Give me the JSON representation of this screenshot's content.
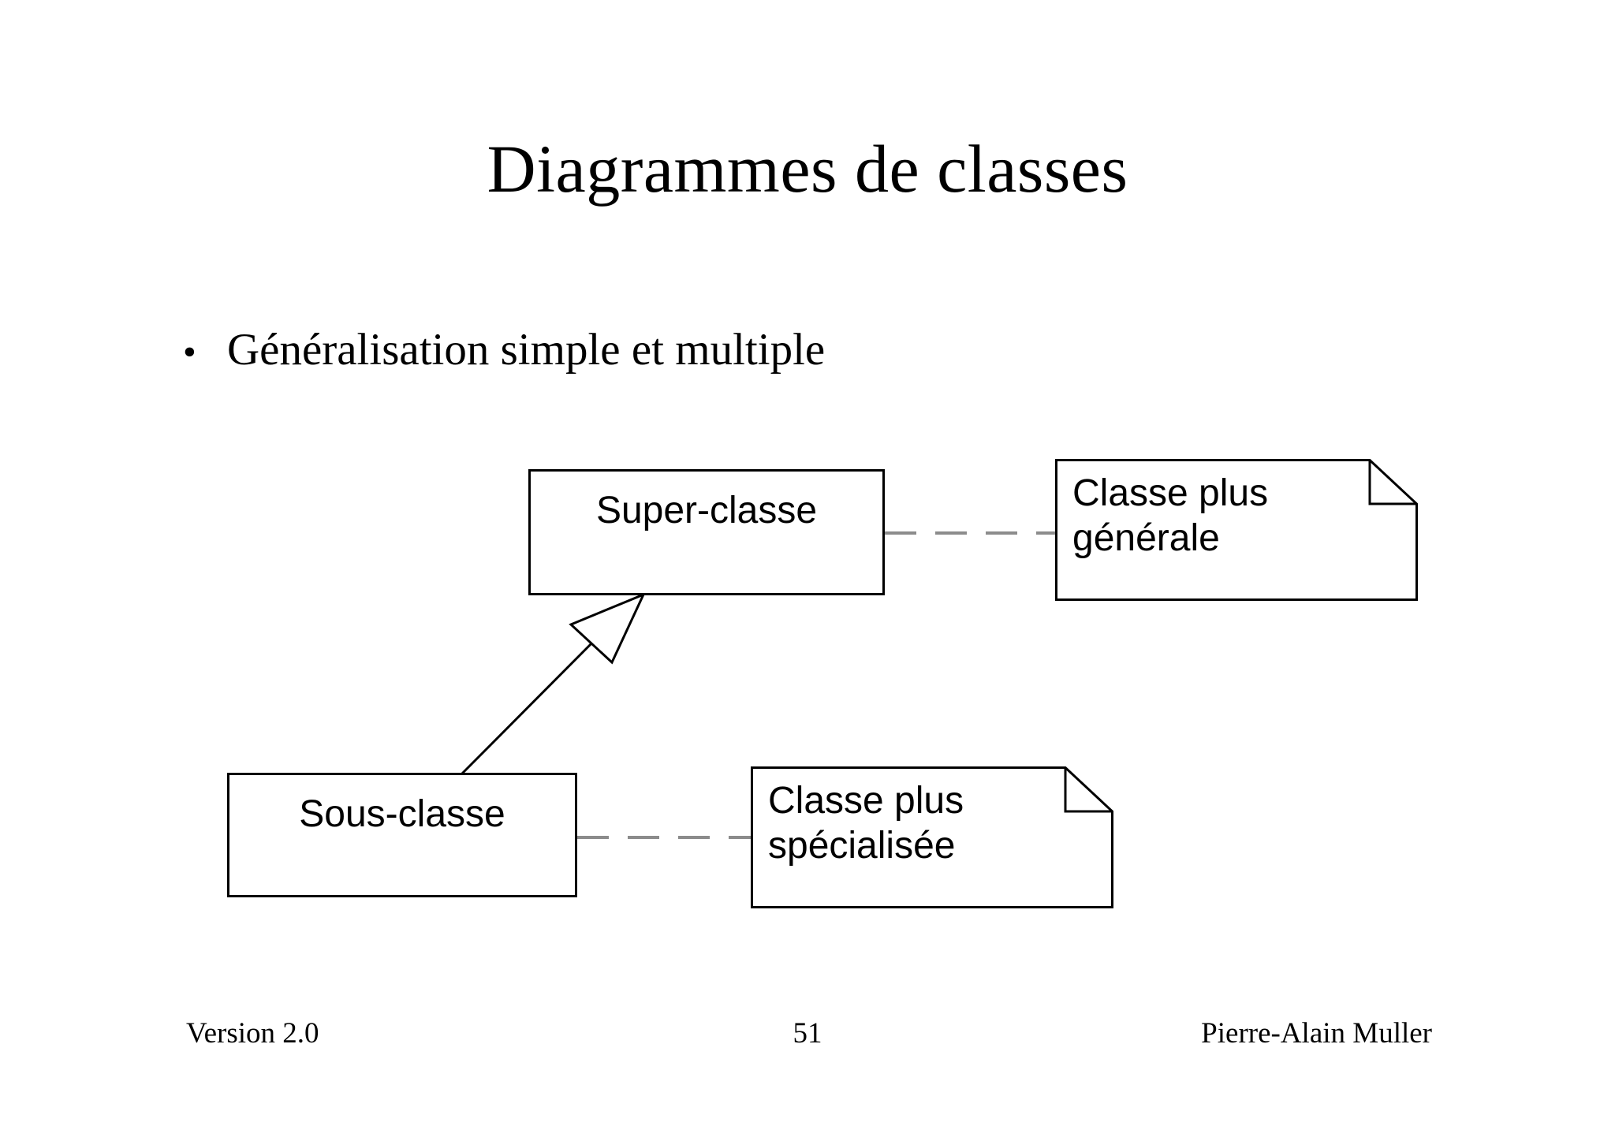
{
  "slide": {
    "title": "Diagrammes de classes",
    "bullet_glyph": "•",
    "bullets": [
      {
        "text": "Généralisation simple et multiple"
      }
    ]
  },
  "diagram": {
    "type": "uml-class-diagram",
    "classes": [
      {
        "id": "super",
        "name": "Super-classe"
      },
      {
        "id": "sous",
        "name": "Sous-classe"
      }
    ],
    "notes": [
      {
        "id": "note-general",
        "text": "Classe plus\ngénérale",
        "attached_to": "super"
      },
      {
        "id": "note-specialisee",
        "text": "Classe plus\nspécialisée",
        "attached_to": "sous"
      }
    ],
    "relations": [
      {
        "type": "generalization",
        "from": "sous",
        "to": "super",
        "arrow": "hollow-triangle"
      },
      {
        "type": "note-anchor",
        "from": "super",
        "to": "note-general",
        "style": "dashed"
      },
      {
        "type": "note-anchor",
        "from": "sous",
        "to": "note-specialisee",
        "style": "dashed"
      }
    ],
    "colors": {
      "line": "#000000",
      "dashed_line": "#8c8c8c",
      "fill": "#ffffff"
    }
  },
  "footer": {
    "version": "Version 2.0",
    "page_number": "51",
    "author": "Pierre-Alain Muller"
  }
}
